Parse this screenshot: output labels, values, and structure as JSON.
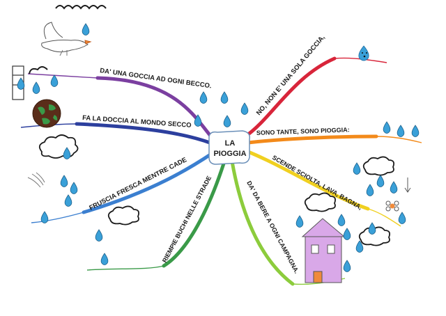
{
  "center": {
    "line1": "LA",
    "line2": "PIOGGIA"
  },
  "branches": [
    {
      "id": "goccia",
      "text": "DA' UNA GOCCIA AD OGNI BECCO.",
      "color": "#7b3fa0"
    },
    {
      "id": "doccia",
      "text": "FA LA DOCCIA AL MONDO SECCO",
      "color": "#2c3f9e"
    },
    {
      "id": "fruscia",
      "text": "FRUSCIA FRESCA MENTRE CADE",
      "color": "#3b7fd0"
    },
    {
      "id": "buchi",
      "text": "RIEMPIE BUCHI NELLE STRADE",
      "color": "#3a9a48"
    },
    {
      "id": "bere",
      "text": "DA' DA BERE A OGNI CAMPAGNA.",
      "color": "#8ccc3c"
    },
    {
      "id": "scende",
      "text": "SCENDE SCIOLTA, LAVA, BAGNA,",
      "color": "#f0d020"
    },
    {
      "id": "tante",
      "text": "SONO TANTE, SONO PIOGGIA:",
      "color": "#f38a1a"
    },
    {
      "id": "goccia-sola",
      "text": "NO, NON E' UNA SOLA GOCCIA,",
      "color": "#d8253a"
    }
  ],
  "colors": {
    "drop": "#3aa0d8",
    "drop_dark": "#1b6aa0",
    "ink": "#1b1b1b",
    "house": "#d9a8e8",
    "door": "#f08a3a"
  }
}
